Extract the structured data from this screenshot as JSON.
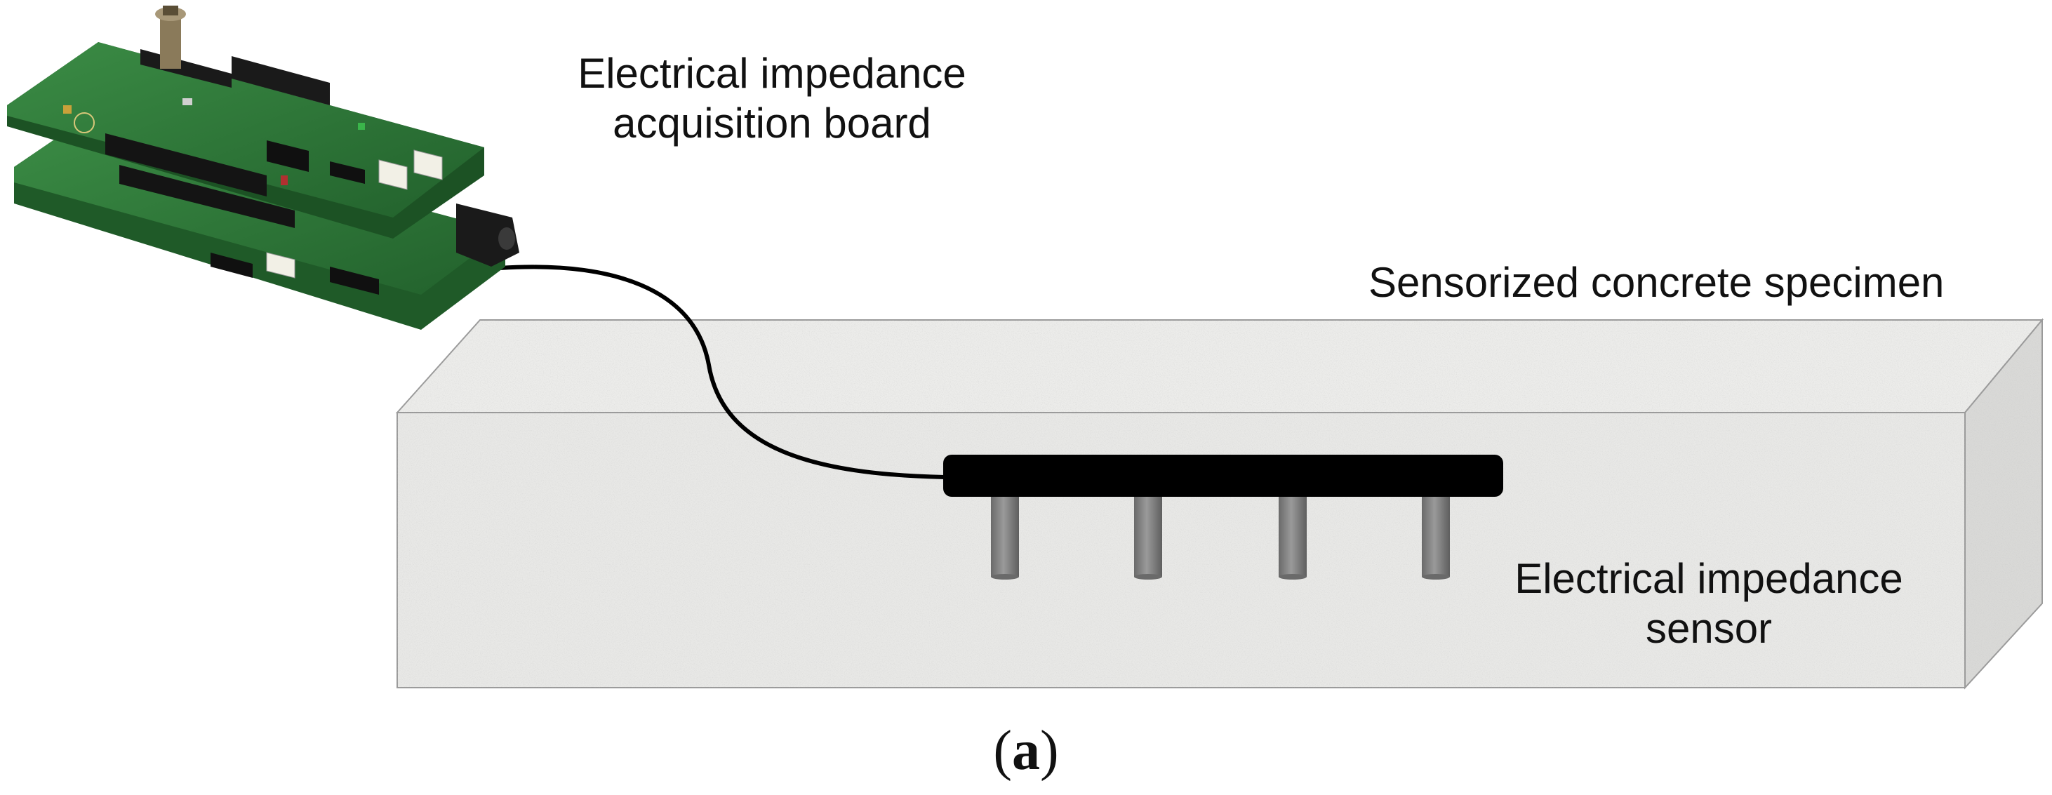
{
  "labels": {
    "board_line1": "Electrical impedance",
    "board_line2": "acquisition board",
    "specimen": "Sensorized concrete specimen",
    "sensor_line1": "Electrical impedance",
    "sensor_line2": "sensor",
    "caption_open": "(",
    "caption_letter": "a",
    "caption_close": ")"
  },
  "colors": {
    "concrete_front": "#e8e8e6",
    "concrete_top": "#ececea",
    "concrete_side": "#d9d9d7",
    "sensor_bar": "#000000",
    "electrode": "#7a7a7a",
    "cable": "#000000",
    "pcb_green": "#2f7a3a"
  },
  "icons": {
    "board": "pcb-board-icon",
    "sensor": "electrode-sensor-icon"
  }
}
